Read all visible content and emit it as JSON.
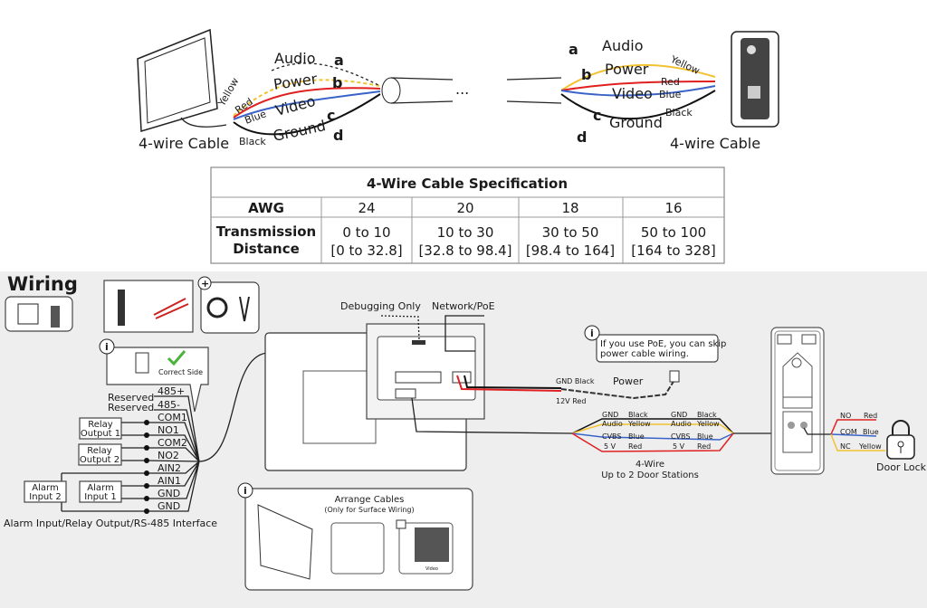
{
  "top_diagram": {
    "left": {
      "cable_label": "4-wire Cable",
      "wires": [
        "Yellow",
        "Red",
        "Blue",
        "Black"
      ],
      "signals": [
        "Audio",
        "Power",
        "Video",
        "Ground"
      ],
      "letters": [
        "a",
        "b",
        "c",
        "d"
      ]
    },
    "right": {
      "cable_label": "4-wire Cable",
      "wires": [
        "Yellow",
        "Red",
        "Blue",
        "Black"
      ],
      "signals": [
        "Audio",
        "Power",
        "Video",
        "Ground"
      ],
      "letters": [
        "a",
        "b",
        "c",
        "d"
      ]
    },
    "ellipsis": "..."
  },
  "spec_table": {
    "title": "4-Wire Cable Specification",
    "row_headers": [
      "AWG",
      "Transmission Distance"
    ],
    "awg": [
      "24",
      "20",
      "18",
      "16"
    ],
    "distance": [
      "0 to 10",
      "10 to 30",
      "30 to 50",
      "50 to 100"
    ],
    "distance_ft": [
      "[0 to 32.8]",
      "[32.8 to 98.4]",
      "[98.4 to 164]",
      "[164 to 328]"
    ]
  },
  "wiring": {
    "title": "Wiring",
    "correct_side": "Correct Side",
    "terminals": [
      "485+",
      "485-",
      "COM1",
      "NO1",
      "COM2",
      "NO2",
      "AIN2",
      "AIN1",
      "GND",
      "GND"
    ],
    "reserved": [
      "Reserved",
      "Reserved"
    ],
    "relay1": [
      "Relay",
      "Output 1"
    ],
    "relay2": [
      "Relay",
      "Output 2"
    ],
    "alarm1": [
      "Alarm",
      "Input 1"
    ],
    "alarm2": [
      "Alarm",
      "Input 2"
    ],
    "interface_caption": "Alarm Input/Relay Output/RS-485 Interface",
    "debugging": "Debugging Only",
    "network": "Network/PoE",
    "poe_note": [
      "If you use PoE, you can skip",
      "power cable wiring."
    ],
    "power_label": "Power",
    "power_wires": [
      "GND Black",
      "12V  Red"
    ],
    "four_wire_left": [
      [
        "GND",
        "Black"
      ],
      [
        "Audio",
        "Yellow"
      ],
      [
        "CVBS",
        "Blue"
      ],
      [
        "5 V",
        "Red"
      ]
    ],
    "four_wire_right": [
      [
        "GND",
        "Black"
      ],
      [
        "Audio",
        "Yellow"
      ],
      [
        "CVBS",
        "Blue"
      ],
      [
        "5 V",
        "Red"
      ]
    ],
    "four_wire_caption": [
      "4-Wire",
      "Up to 2 Door Stations"
    ],
    "lock_wires": [
      [
        "NO",
        "Red"
      ],
      [
        "COM",
        "Blue"
      ],
      [
        "NC",
        "Yellow"
      ]
    ],
    "door_lock": "Door Lock",
    "arrange": [
      "Arrange Cables",
      "(Only for Surface Wiring)"
    ],
    "video": "Video"
  },
  "colors": {
    "yellow": "#f2c230",
    "red": "#e02020",
    "blue": "#3a63c8",
    "black": "#111111",
    "panel_bg": "#eeeeee"
  }
}
